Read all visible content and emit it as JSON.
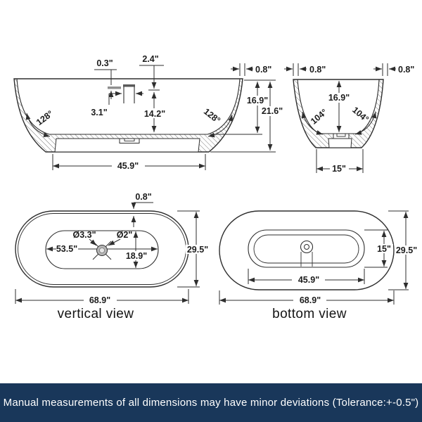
{
  "banner": {
    "text": "Manual measurements of all dimensions may have minor deviations (Tolerance:+-0.5\")",
    "bg_color": "#19375a",
    "text_color": "#ffffff"
  },
  "side_view": {
    "dims": {
      "rim_offset": "0.3\"",
      "overflow_depth": "2.4\"",
      "rim_thickness": "0.8\"",
      "faucet_width": "3.1\"",
      "depth_to_floor": "14.2\"",
      "inner_depth": "16.9\"",
      "overall_height": "21.6\"",
      "base_length": "45.9\"",
      "corner_angle_left": "128°",
      "corner_angle_right": "128°"
    }
  },
  "end_view": {
    "dims": {
      "rim_thickness_left": "0.8\"",
      "rim_thickness_right": "0.8\"",
      "inner_depth": "16.9\"",
      "wall_angle_left": "104°",
      "wall_angle_right": "104°",
      "base_width": "15\""
    }
  },
  "vertical_view": {
    "label": "vertical view",
    "dims": {
      "rim_thickness": "0.8\"",
      "drain_outer_diameter": "Ø3.3\"",
      "drain_inner_diameter": "Ø2\"",
      "basin_length": "53.5\"",
      "basin_width": "18.9\"",
      "overall_width": "29.5\"",
      "overall_length": "68.9\""
    }
  },
  "bottom_view": {
    "label": "bottom view",
    "dims": {
      "base_width": "15\"",
      "overall_width": "29.5\"",
      "base_length": "45.9\"",
      "overall_length": "68.9\""
    }
  }
}
